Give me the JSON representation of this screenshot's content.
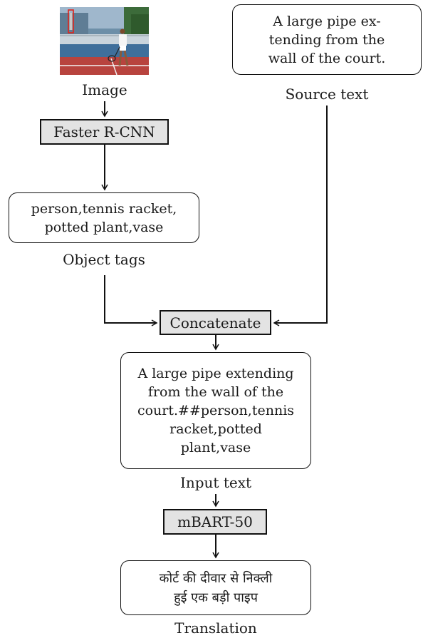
{
  "image": {
    "label": "Image",
    "photo_description_icon": "tennis-player-photo"
  },
  "source": {
    "text": "A large pipe ex-\ntending from the\nwall of the court.",
    "label": "Source text"
  },
  "faster_rcnn": {
    "label": "Faster R-CNN"
  },
  "object_tags": {
    "text": "person,tennis racket,\npotted plant,vase",
    "label": "Object tags"
  },
  "concatenate": {
    "label": "Concatenate"
  },
  "input_text": {
    "text": "A large pipe extending\nfrom the wall of the\ncourt.##person,tennis\nracket,potted\nplant,vase",
    "label": "Input text"
  },
  "mbart": {
    "label": "mBART-50"
  },
  "translation": {
    "text": "कोर्ट की दीवार से निक्ली\nहुई एक बड़ी पाइप",
    "label": "Translation"
  },
  "colors": {
    "module_fill": "#e3e3e3",
    "stroke": "#111111",
    "bbox_red": "#e0241b"
  }
}
